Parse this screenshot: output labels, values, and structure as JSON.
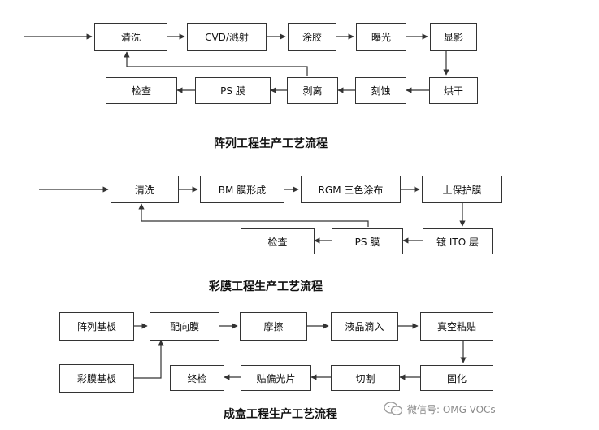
{
  "sections": [
    {
      "title": "阵列工程生产工艺流程",
      "steps": [
        "清洗",
        "CVD/溅射",
        "涂胶",
        "曝光",
        "显影",
        "烘干",
        "刻蚀",
        "剥离",
        "PS 膜",
        "检查"
      ]
    },
    {
      "title": "彩膜工程生产工艺流程",
      "steps": [
        "清洗",
        "BM 膜形成",
        "RGM 三色涂布",
        "上保护膜",
        "镀 ITO 层",
        "PS 膜",
        "检查"
      ]
    },
    {
      "title": "成盒工程生产工艺流程",
      "steps": [
        "阵列基板",
        "彩膜基板",
        "配向膜",
        "摩擦",
        "液晶滴入",
        "真空粘贴",
        "固化",
        "切割",
        "贴偏光片",
        "终检"
      ]
    }
  ],
  "watermark": {
    "text": "微信号: OMG-VOCs",
    "icon": "wechat-icon"
  },
  "colors": {
    "line": "#333333",
    "watermark": "#8a8a8a"
  }
}
